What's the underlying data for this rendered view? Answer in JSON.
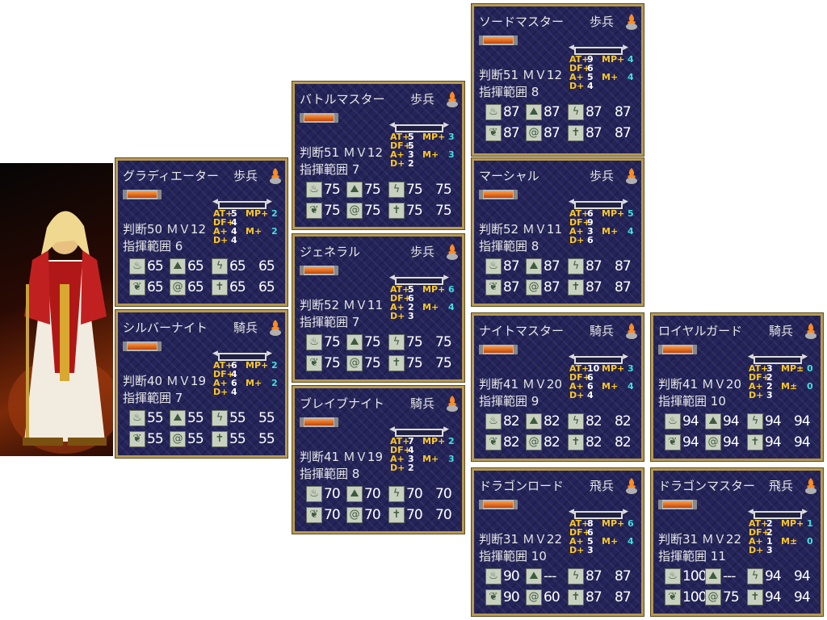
{
  "colors": {
    "frame": "#b89a52",
    "panel": "#24245a",
    "boost_label": "#ffc820",
    "boost_value": "#40e0e0"
  },
  "labels": {
    "judgment": "判断",
    "mv": "ＭＶ",
    "command": "指揮範囲",
    "at": "AT+",
    "df": "DF+",
    "a": "A+",
    "d": "D+",
    "mp": "MP+",
    "m": "M+"
  },
  "icons": [
    "fire-icon",
    "mountain-icon",
    "lightning-icon",
    "stone-icon",
    "wind-icon",
    "swirl-icon",
    "cross-icon",
    "sword-icon"
  ],
  "cards": [
    {
      "name": "グラディエーター",
      "type": "歩兵",
      "at": "5",
      "df": "4",
      "a": "4",
      "d": "4",
      "mp": "2",
      "m": "2",
      "mp_sign": "MP+",
      "m_sign": "M+",
      "judge": "50",
      "mv": "12",
      "range": "6",
      "row1": [
        "65",
        "65",
        "65",
        "65"
      ],
      "row2": [
        "65",
        "65",
        "65",
        "65"
      ]
    },
    {
      "name": "シルバーナイト",
      "type": "騎兵",
      "at": "6",
      "df": "4",
      "a": "6",
      "d": "4",
      "mp": "2",
      "m": "2",
      "mp_sign": "MP+",
      "m_sign": "M+",
      "judge": "40",
      "mv": "19",
      "range": "7",
      "row1": [
        "55",
        "55",
        "55",
        "55"
      ],
      "row2": [
        "55",
        "55",
        "55",
        "55"
      ]
    },
    {
      "name": "バトルマスター",
      "type": "歩兵",
      "at": "5",
      "df": "5",
      "a": "3",
      "d": "2",
      "mp": "3",
      "m": "3",
      "mp_sign": "MP+",
      "m_sign": "M+",
      "judge": "51",
      "mv": "12",
      "range": "7",
      "row1": [
        "75",
        "75",
        "75",
        "75"
      ],
      "row2": [
        "75",
        "75",
        "75",
        "75"
      ]
    },
    {
      "name": "ジェネラル",
      "type": "歩兵",
      "at": "5",
      "df": "6",
      "a": "2",
      "d": "3",
      "mp": "6",
      "m": "4",
      "mp_sign": "MP+",
      "m_sign": "M+",
      "judge": "52",
      "mv": "11",
      "range": "7",
      "row1": [
        "75",
        "75",
        "75",
        "75"
      ],
      "row2": [
        "75",
        "75",
        "75",
        "75"
      ]
    },
    {
      "name": "ブレイブナイト",
      "type": "騎兵",
      "at": "7",
      "df": "4",
      "a": "3",
      "d": "2",
      "mp": "2",
      "m": "3",
      "mp_sign": "MP+",
      "m_sign": "M+",
      "judge": "41",
      "mv": "19",
      "range": "8",
      "row1": [
        "70",
        "70",
        "70",
        "70"
      ],
      "row2": [
        "70",
        "70",
        "70",
        "70"
      ]
    },
    {
      "name": "ソードマスター",
      "type": "歩兵",
      "at": "9",
      "df": "6",
      "a": "5",
      "d": "4",
      "mp": "4",
      "m": "4",
      "mp_sign": "MP+",
      "m_sign": "M+",
      "judge": "51",
      "mv": "12",
      "range": "8",
      "row1": [
        "87",
        "87",
        "87",
        "87"
      ],
      "row2": [
        "87",
        "87",
        "87",
        "87"
      ]
    },
    {
      "name": "マーシャル",
      "type": "歩兵",
      "at": "6",
      "df": "9",
      "a": "3",
      "d": "6",
      "mp": "5",
      "m": "4",
      "mp_sign": "MP+",
      "m_sign": "M+",
      "judge": "52",
      "mv": "11",
      "range": "8",
      "row1": [
        "87",
        "87",
        "87",
        "87"
      ],
      "row2": [
        "87",
        "87",
        "87",
        "87"
      ]
    },
    {
      "name": "ナイトマスター",
      "type": "騎兵",
      "at": "10",
      "df": "6",
      "a": "6",
      "d": "4",
      "mp": "3",
      "m": "4",
      "mp_sign": "MP+",
      "m_sign": "M+",
      "judge": "41",
      "mv": "20",
      "range": "9",
      "row1": [
        "82",
        "82",
        "82",
        "82"
      ],
      "row2": [
        "82",
        "82",
        "82",
        "82"
      ]
    },
    {
      "name": "ロイヤルガード",
      "type": "騎兵",
      "at": "3",
      "df": "2",
      "a": "2",
      "d": "3",
      "mp": "0",
      "m": "0",
      "mp_sign": "MP±",
      "m_sign": "M±",
      "judge": "41",
      "mv": "20",
      "range": "10",
      "row1": [
        "94",
        "94",
        "94",
        "94"
      ],
      "row2": [
        "94",
        "94",
        "94",
        "94"
      ]
    },
    {
      "name": "ドラゴンロード",
      "type": "飛兵",
      "at": "8",
      "df": "6",
      "a": "5",
      "d": "3",
      "mp": "6",
      "m": "4",
      "mp_sign": "MP+",
      "m_sign": "M+",
      "judge": "31",
      "mv": "22",
      "range": "10",
      "row1": [
        "90",
        "---",
        "87",
        "87"
      ],
      "row2": [
        "90",
        "60",
        "87",
        "87"
      ]
    },
    {
      "name": "ドラゴンマスター",
      "type": "飛兵",
      "at": "2",
      "df": "2",
      "a": "1",
      "d": "3",
      "mp": "1",
      "m": "0",
      "mp_sign": "MP+",
      "m_sign": "M±",
      "judge": "31",
      "mv": "22",
      "range": "11",
      "row1": [
        "100",
        "---",
        "94",
        "94"
      ],
      "row2": [
        "100",
        "75",
        "94",
        "94"
      ]
    }
  ]
}
